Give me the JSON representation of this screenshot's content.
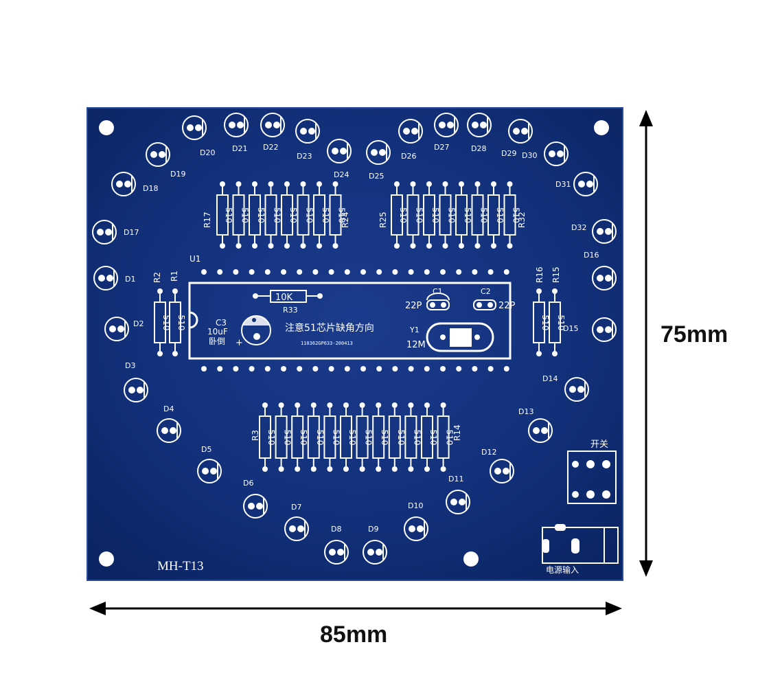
{
  "board": {
    "model": "MH-T13",
    "width_label": "85mm",
    "height_label": "75mm",
    "ic": {
      "ref": "U1",
      "notch_note": "注意51芯片缺角方向",
      "code": "110362GP633-200413"
    },
    "resistor_r33": {
      "ref": "R33",
      "value": "10K"
    },
    "capacitor_c3": {
      "ref": "C3",
      "value": "10uF",
      "note": "卧倒",
      "plus": "+"
    },
    "capacitor_c1": {
      "ref": "C1",
      "value": "22P"
    },
    "capacitor_c2": {
      "ref": "C2",
      "value": "22P"
    },
    "crystal_y1": {
      "ref": "Y1",
      "value": "12M"
    },
    "switch_label": "开关",
    "power_label": "电源输入",
    "resistor_value": "510",
    "resistor_bank_top_left": {
      "start": "R17",
      "end": "R24"
    },
    "resistor_bank_top_right": {
      "start": "R25",
      "end": "R32"
    },
    "resistor_bank_bottom": {
      "start": "R3",
      "end": "R14"
    },
    "resistor_r1": "R1",
    "resistor_r2": "R2",
    "resistor_r15": "R15",
    "resistor_r16": "R16",
    "leds": [
      "D1",
      "D2",
      "D3",
      "D4",
      "D5",
      "D6",
      "D7",
      "D8",
      "D9",
      "D10",
      "D11",
      "D12",
      "D13",
      "D14",
      "D15",
      "D16",
      "D17",
      "D18",
      "D19",
      "D20",
      "D21",
      "D22",
      "D23",
      "D24",
      "D25",
      "D26",
      "D27",
      "D28",
      "D29",
      "D30",
      "D31",
      "D32"
    ],
    "colors": {
      "pcb": "#0f2d78",
      "silkscreen": "#ffffff",
      "pad": "#ffffff"
    }
  }
}
